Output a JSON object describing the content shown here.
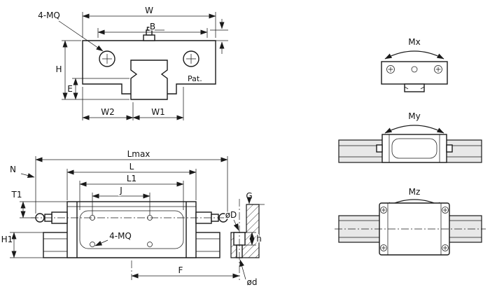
{
  "colors": {
    "line": "#1a1a1a",
    "fill": "#ffffff",
    "rail_gray": "#e8e8e8"
  },
  "front": {
    "four_mq": "4-MQ",
    "w": "W",
    "b": "B",
    "h": "H",
    "e": "E",
    "w2": "W2",
    "w1": "W1",
    "pat": "Pat."
  },
  "side": {
    "lmax": "Lmax",
    "l": "L",
    "l1": "L1",
    "j": "J",
    "n": "N",
    "t1": "T1",
    "h1": "H1",
    "four_mq": "4-MQ",
    "g": "G",
    "phi_d_top": "øD",
    "h_depth": "h",
    "f": "F",
    "phi_d_bottom": "ød"
  },
  "moments": {
    "mx": "Mx",
    "my": "My",
    "mz": "Mz"
  }
}
